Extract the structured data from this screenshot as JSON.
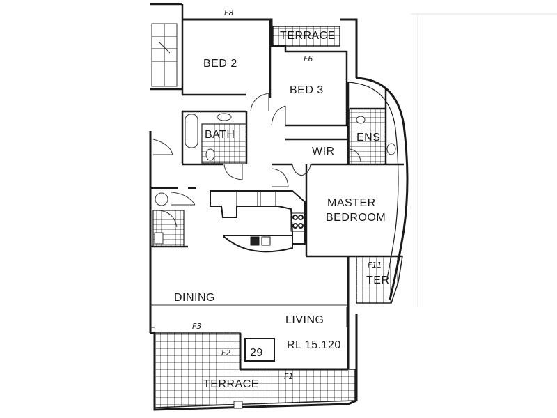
{
  "plan": {
    "rooms": {
      "bed2": "BED 2",
      "bed3": "BED 3",
      "bath": "BATH",
      "ens": "ENS",
      "wir": "WIR",
      "master_line1": "MASTER",
      "master_line2": "BEDROOM",
      "dining": "DINING",
      "living": "LIVING",
      "terrace_top": "TERRACE",
      "terrace_bottom": "TERRACE",
      "ter": "TER"
    },
    "unit_number": "29",
    "level": "RL 15.120",
    "annotations": {
      "f1": "F1",
      "f2": "F2",
      "f3": "F3",
      "f6": "F6",
      "f8": "F8",
      "f11": "F11"
    }
  }
}
